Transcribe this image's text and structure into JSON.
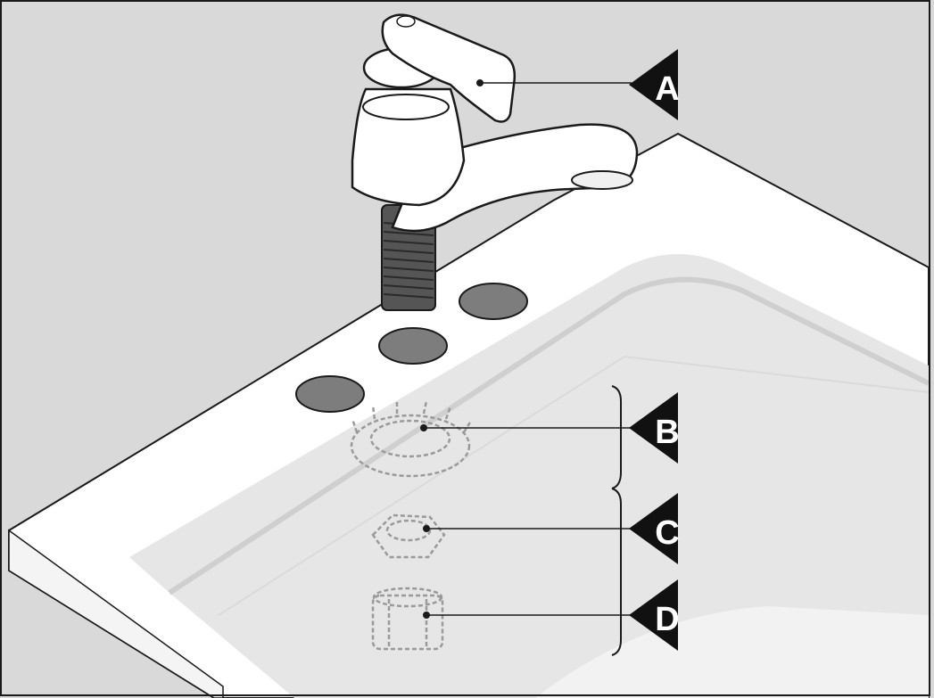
{
  "callouts": [
    {
      "letter": "A",
      "part": "faucet-handle"
    },
    {
      "letter": "B",
      "part": "lock-washer"
    },
    {
      "letter": "C",
      "part": "hex-nut"
    },
    {
      "letter": "D",
      "part": "coupling-nut"
    }
  ],
  "colors": {
    "background": "#d9d9d9",
    "sink_top": "#ffffff",
    "basin_shade": "#e3e3e3",
    "hole_fill": "#7d7d7d",
    "outline": "#1a1a1a",
    "dashed_part": "#9a9a9a",
    "callout": "#111111"
  }
}
